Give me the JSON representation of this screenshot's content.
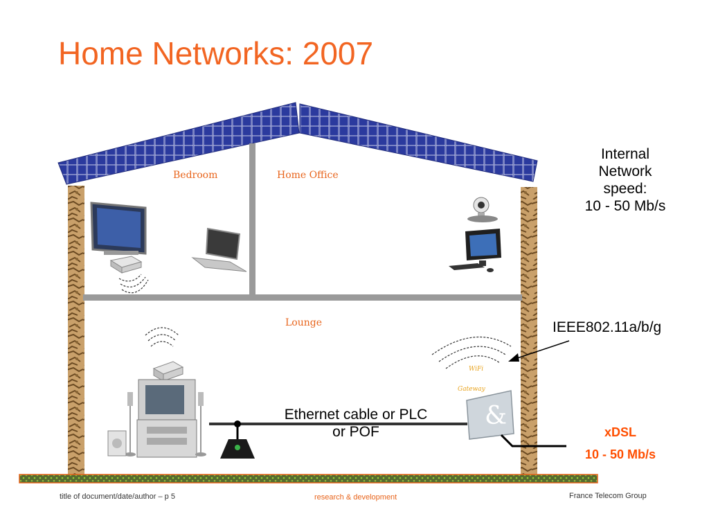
{
  "slide": {
    "title": "Home Networks: 2007",
    "rooms": {
      "bedroom": "Bedroom",
      "home_office": "Home Office",
      "lounge": "Lounge"
    },
    "annotations": {
      "internal_speed": [
        "Internal",
        "Network",
        "speed:",
        "10 - 50 Mb/s"
      ],
      "wifi_standard": "IEEE802.11a/b/g",
      "ethernet": [
        "Ethernet cable or PLC",
        "or POF"
      ],
      "xdsl": "xDSL",
      "xdsl_speed": "10 - 50 Mb/s",
      "wifi_tag": "WiFi",
      "gateway_tag": "Gateway"
    },
    "colors": {
      "title": "#f26522",
      "roof": "#2b3a9e",
      "accent_orange": "#e8641b",
      "xdsl": "#ff4e00",
      "ground": "#6b8e23"
    }
  },
  "footer": {
    "left": "title of document/date/author – p 5",
    "center": "research & development",
    "right": "France Telecom Group"
  }
}
